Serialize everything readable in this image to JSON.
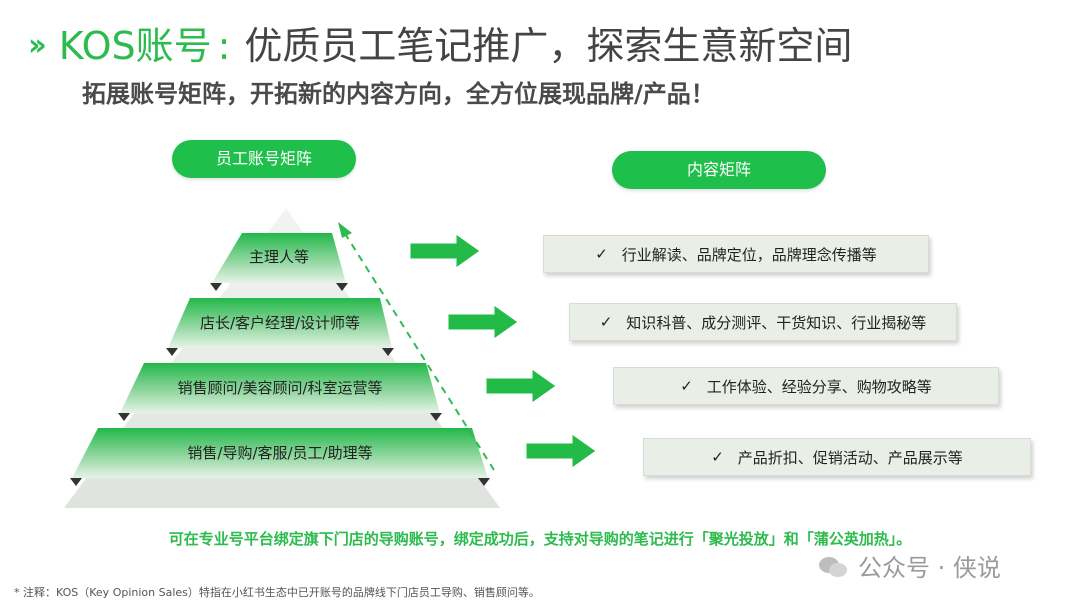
{
  "header": {
    "title_main": "KOS账号",
    "title_sep": ":",
    "title_rest": "优质员工笔记推广，探索生意新空间",
    "subtitle": "拓展账号矩阵，开拓新的内容方向，全方位展现品牌/产品！"
  },
  "left_pill": "员工账号矩阵",
  "right_pill": "内容矩阵",
  "pyramid_tiers": [
    "主理人等",
    "店长/客户经理/设计师等",
    "销售顾问/美容顾问/科室运营等",
    "销售/导购/客服/员工/助理等"
  ],
  "content_items": [
    {
      "check": "✓",
      "text": "行业解读、品牌定位，品牌理念传播等"
    },
    {
      "check": "✓",
      "text": "知识科普、成分测评、干货知识、行业揭秘等"
    },
    {
      "check": "✓",
      "text": "工作体验、经验分享、购物攻略等"
    },
    {
      "check": "✓",
      "text": "产品折扣、促销活动、产品展示等"
    }
  ],
  "bottom_note": "可在专业号平台绑定旗下门店的导购账号，绑定成功后，支持对导购的笔记进行「聚光投放」和「蒲公英加热」。",
  "footnote": "* 注释：KOS（Key Opinion Sales）特指在小红书生态中已开账号的品牌线下门店员工导购、销售顾问等。",
  "watermark": "公众号 · 侠说",
  "colors": {
    "accent": "#2dbb4e",
    "pill": "#1fbf4b",
    "box_bg": "#e9efe6"
  },
  "icons": {
    "header_chevrons": "double-chevron-right",
    "arrows": "right-arrow",
    "watermark": "wechat-icon"
  }
}
